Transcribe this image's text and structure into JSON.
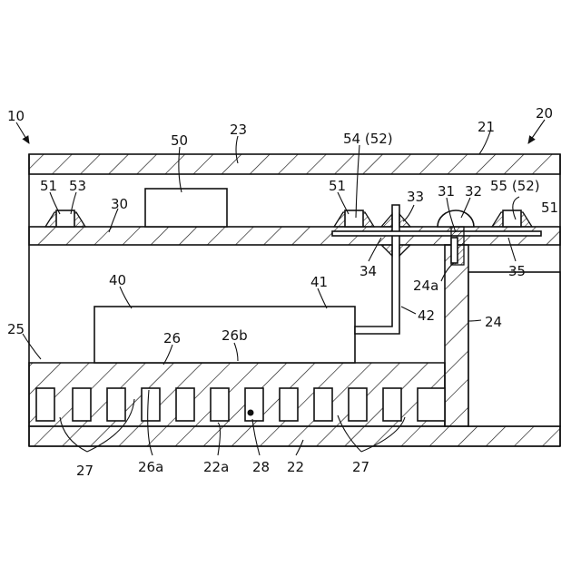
{
  "figure": {
    "labels": {
      "l10": "10",
      "l20": "20",
      "l21": "21",
      "l23": "23",
      "l50": "50",
      "l54": "54 (52)",
      "l55": "55 (52)",
      "l51a": "51",
      "l53": "53",
      "l30": "30",
      "l51b": "51",
      "l33": "33",
      "l31": "31",
      "l32": "32",
      "l51c": "51",
      "l34": "34",
      "l35": "35",
      "l24a": "24a",
      "l40": "40",
      "l41": "41",
      "l42": "42",
      "l24": "24",
      "l25": "25",
      "l26": "26",
      "l26b": "26b",
      "l27a": "27",
      "l26a": "26a",
      "l22a": "22a",
      "l28": "28",
      "l22": "22",
      "l27b": "27"
    }
  }
}
